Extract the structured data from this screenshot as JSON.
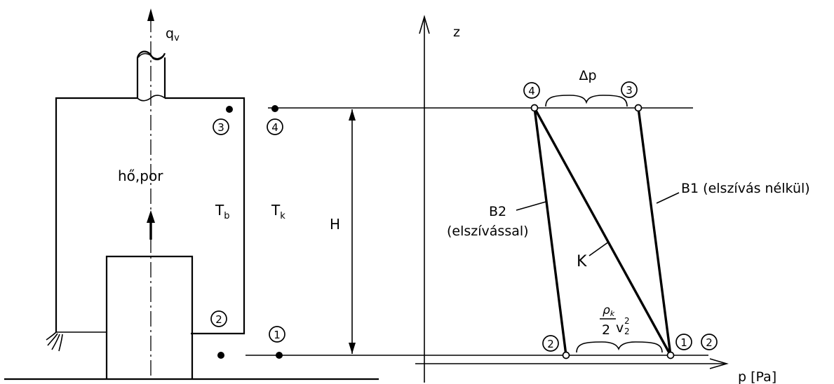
{
  "left": {
    "flow_label": "q",
    "flow_sub": "v",
    "inner_label": "hő,por",
    "temp_inside": "T",
    "temp_inside_sub": "b",
    "temp_outside": "T",
    "temp_outside_sub": "k",
    "height_label": "H",
    "points": {
      "p1": "1",
      "p2": "2",
      "p3": "3",
      "p4": "4"
    }
  },
  "right": {
    "axis_z": "z",
    "axis_p": "p [Pa]",
    "delta_p": "Δp",
    "line_b1": "B1 (elszívás nélkül)",
    "line_b2": "B2",
    "line_b2_note": "(elszívással)",
    "line_k": "K",
    "dyn_rho": "ρ",
    "dyn_rho_sub": "k",
    "dyn_two": "2",
    "dyn_v": "v",
    "dyn_v_sub": "2",
    "dyn_v_sup": "2",
    "points": {
      "p1": "1",
      "p2_left": "2",
      "p2_right": "2",
      "p3": "3",
      "p4": "4"
    }
  }
}
